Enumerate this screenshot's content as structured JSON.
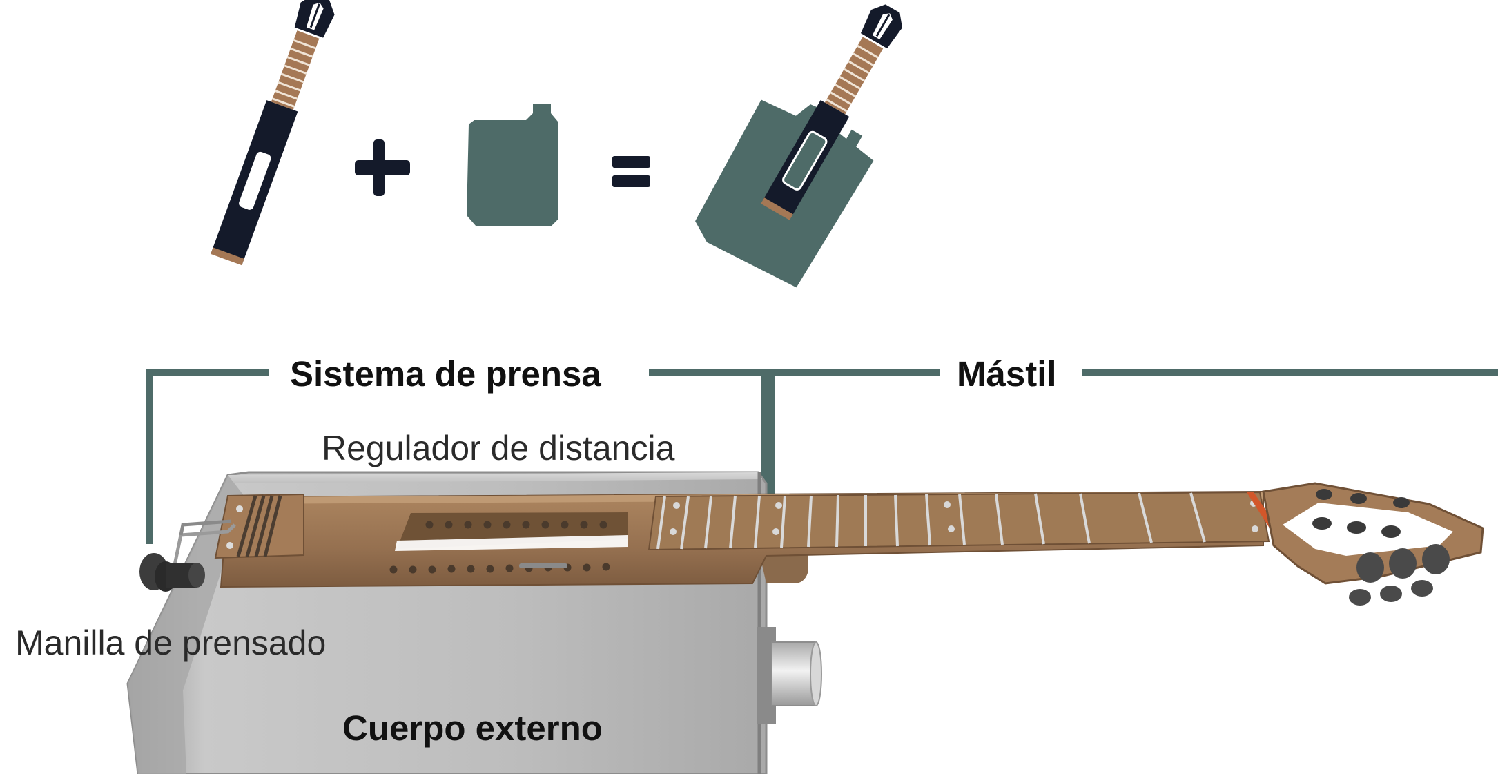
{
  "equation": {
    "operator_plus": "+",
    "operator_equals": "="
  },
  "labels": {
    "sistema_de_prensa": "Sistema de prensa",
    "mastil": "Mástil",
    "regulador_de_distancia": "Regulador de distancia",
    "manilla_de_prensado": "Manilla de prensado",
    "cuerpo_externo": "Cuerpo externo"
  },
  "colors": {
    "bracket_teal": "#4e6b68",
    "can_teal": "#4e6b68",
    "neck_dark": "#141a2a",
    "fretboard_brown": "#a57855",
    "wood": "#9b7550",
    "can_gray": "#bcbcbc",
    "nut_orange": "#d2572a"
  },
  "icons": [
    "guitar-neck-icon",
    "plus-icon",
    "can-icon",
    "equals-icon",
    "can-guitar-icon"
  ]
}
